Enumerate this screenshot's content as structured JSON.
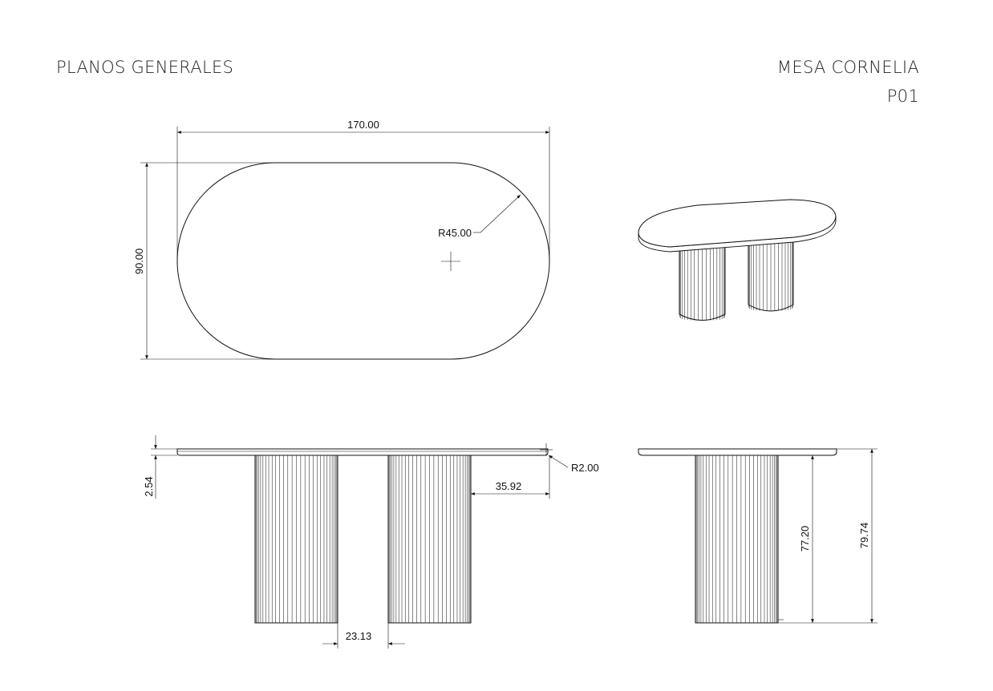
{
  "header": {
    "left_title": "PLANOS GENERALES",
    "right_title": "MESA CORNELIA",
    "sheet_code": "P01"
  },
  "dimensions": {
    "top_length": "170.00",
    "top_width": "90.00",
    "end_radius": "R45.00",
    "top_thickness": "2.54",
    "edge_radius": "R2.00",
    "leg_offset": "35.92",
    "leg_gap": "23.13",
    "leg_height": "77.20",
    "total_height": "79.74"
  }
}
